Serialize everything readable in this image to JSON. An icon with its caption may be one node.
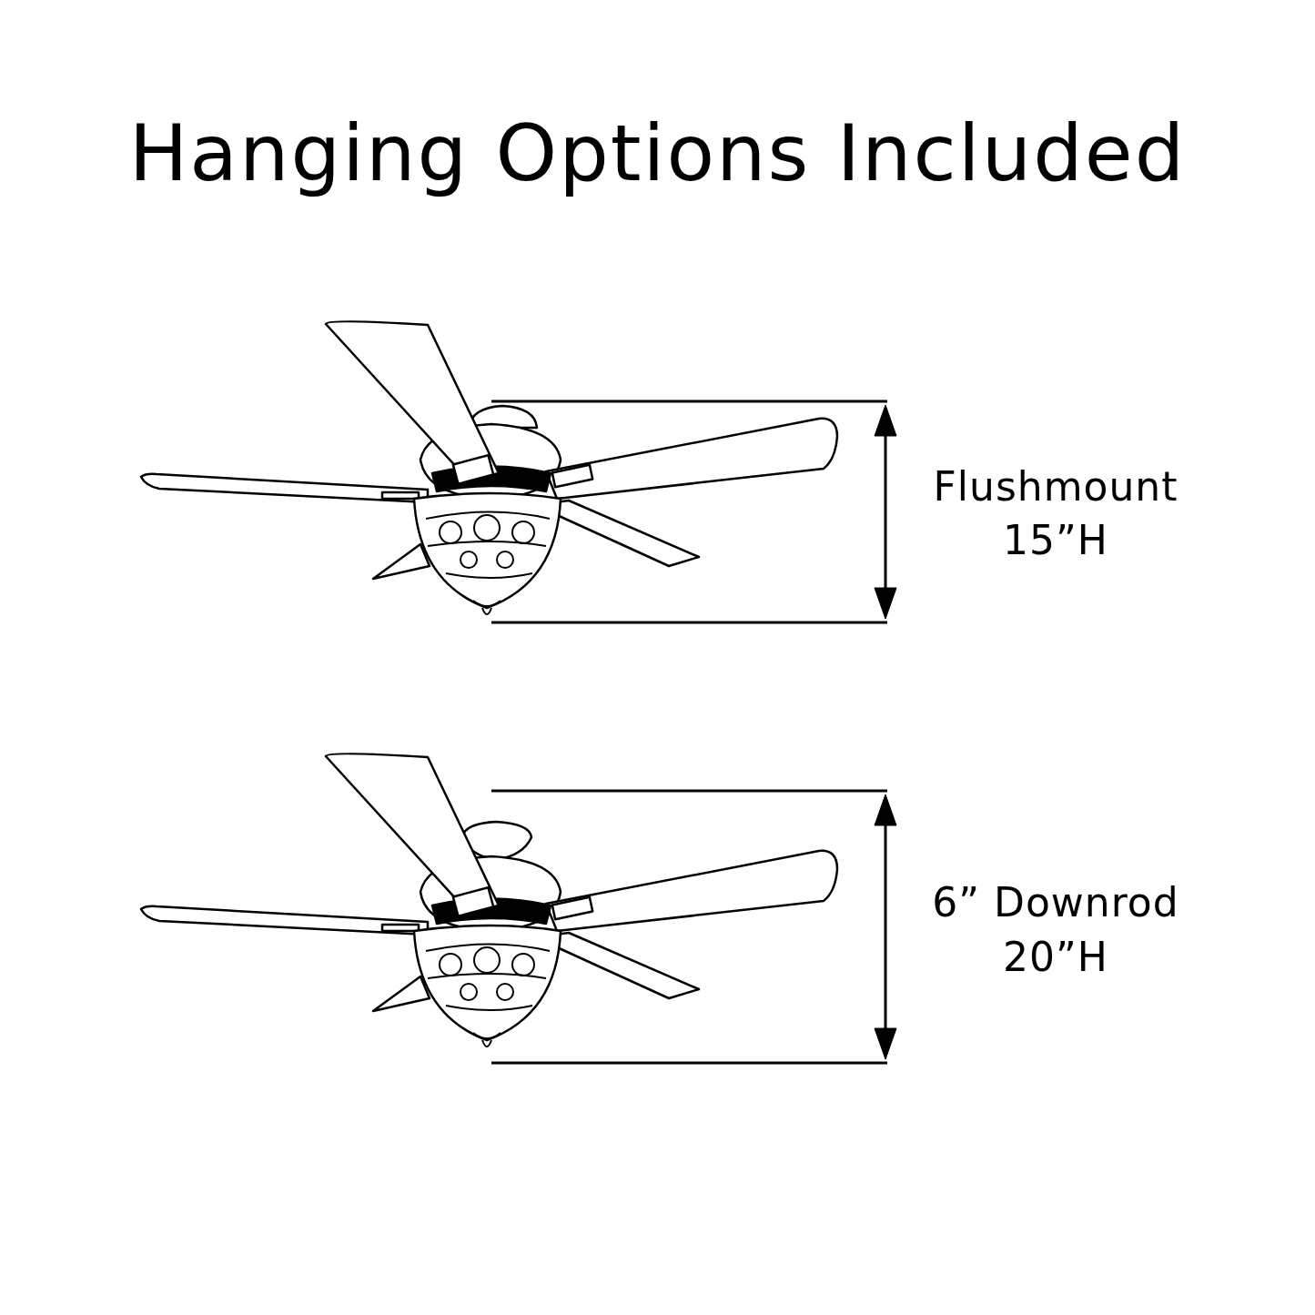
{
  "diagram": {
    "title": "Hanging Options Included",
    "labels": [
      "Flushmount",
      "15”H",
      "6” Downrod",
      "20”H"
    ]
  }
}
